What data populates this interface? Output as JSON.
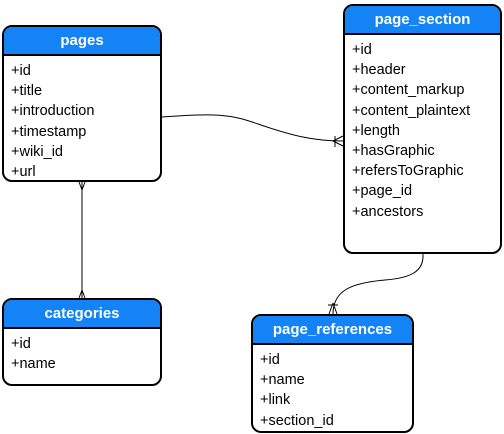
{
  "entities": {
    "pages": {
      "title": "pages",
      "attributes": [
        "+id",
        "+title",
        "+introduction",
        "+timestamp",
        "+wiki_id",
        "+url"
      ]
    },
    "page_section": {
      "title": "page_section",
      "attributes": [
        "+id",
        "+header",
        "+content_markup",
        "+content_plaintext",
        "+length",
        "+hasGraphic",
        "+refersToGraphic",
        "+page_id",
        "+ancestors"
      ]
    },
    "categories": {
      "title": "categories",
      "attributes": [
        "+id",
        "+name"
      ]
    },
    "page_references": {
      "title": "page_references",
      "attributes": [
        "+id",
        "+name",
        "+link",
        "+section_id"
      ]
    }
  },
  "relationships": [
    {
      "from": "pages",
      "to": "page_section",
      "from_end": "one",
      "to_end": "many"
    },
    {
      "from": "pages",
      "to": "categories",
      "from_end": "many",
      "to_end": "many"
    },
    {
      "from": "page_section",
      "to": "page_references",
      "from_end": "one",
      "to_end": "many"
    }
  ],
  "colors": {
    "header": "#1383f5",
    "border": "#000000",
    "header_text": "#ffffff",
    "background": "#ffffff"
  }
}
